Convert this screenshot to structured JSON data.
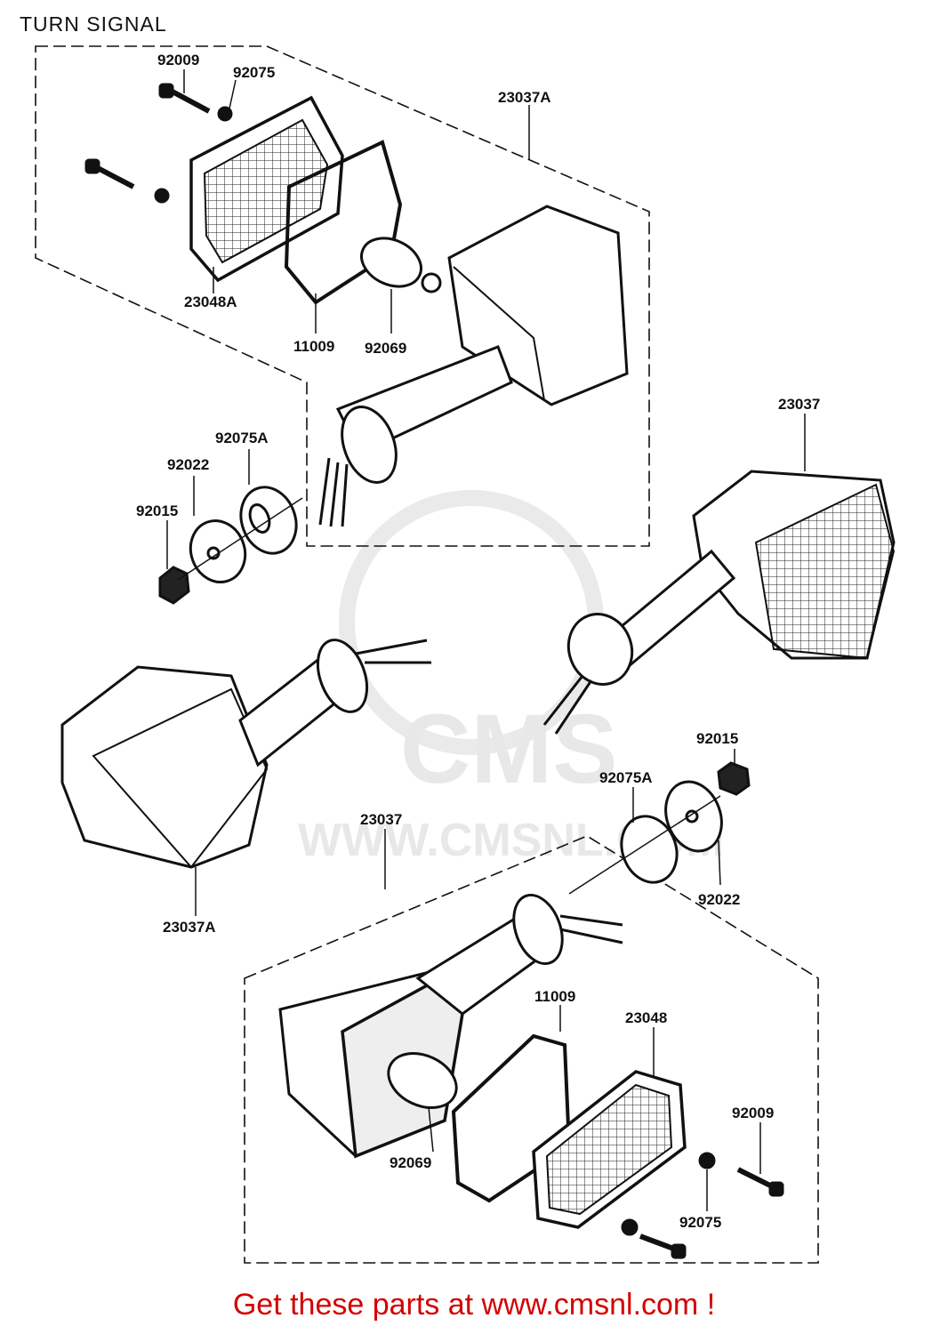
{
  "title": "TURN SIGNAL",
  "footer": "Get these parts at www.cmsnl.com !",
  "watermark": {
    "logo": "CMS",
    "url": "WWW.CMSNL.COM"
  },
  "labels": {
    "p1": "92009",
    "p2": "92075",
    "p3": "23037A",
    "p4": "23048A",
    "p5": "11009",
    "p6": "92069",
    "p7": "92075A",
    "p8": "92022",
    "p9": "92015",
    "p10": "23037",
    "p11": "23037A",
    "p12": "92015",
    "p13": "92075A",
    "p14": "23037",
    "p15": "92022",
    "p16": "11009",
    "p17": "23048",
    "p18": "92009",
    "p19": "92069",
    "p20": "92075"
  }
}
